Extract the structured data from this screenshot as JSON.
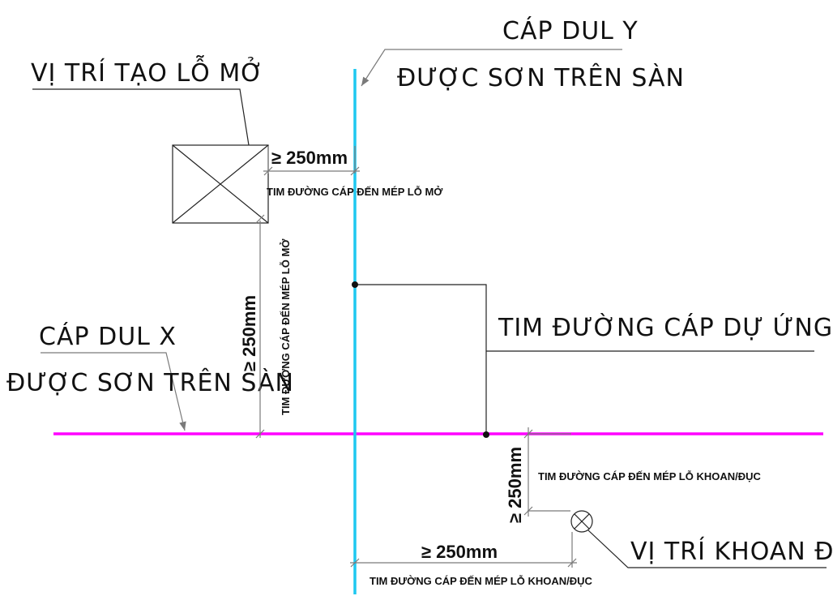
{
  "labels": {
    "vi_tri_tao_lo_mo": "VỊ TRÍ TẠO LỖ MỞ",
    "cap_dul_y_line1": "CÁP DUL Y",
    "cap_dul_y_line2": "ĐƯỢC SƠN TRÊN SÀN",
    "cap_dul_x_line1": "CÁP DUL X",
    "cap_dul_x_line2": "ĐƯỢC SƠN TRÊN SÀN",
    "tim_duong_cap_du_ung_luc": "TIM ĐƯỜNG CÁP DỰ ỨNG LỰC",
    "vi_tri_khoan_duc": "VỊ TRÍ KHOAN ĐỤC"
  },
  "dimensions": {
    "top_horizontal": {
      "value": "≥ 250mm",
      "caption": "TIM ĐƯỜNG CÁP ĐẾN MÉP LỖ MỞ"
    },
    "left_vertical": {
      "value": "≥ 250mm",
      "caption": "TIM ĐƯỜNG CÁP ĐẾN MÉP LỖ MỞ"
    },
    "right_vertical": {
      "value": "≥ 250mm",
      "caption": "TIM ĐƯỜNG CÁP ĐẾN MÉP LỖ KHOAN/ĐỤC"
    },
    "bottom_horizontal": {
      "value": "≥ 250mm",
      "caption": "TIM ĐƯỜNG CÁP ĐẾN MÉP LỖ KHOAN/ĐỤC"
    }
  },
  "colors": {
    "cable_y": "#1ec8f0",
    "cable_x": "#ff00ff",
    "lines": "#222222",
    "dimension": "#7a7a7a"
  }
}
